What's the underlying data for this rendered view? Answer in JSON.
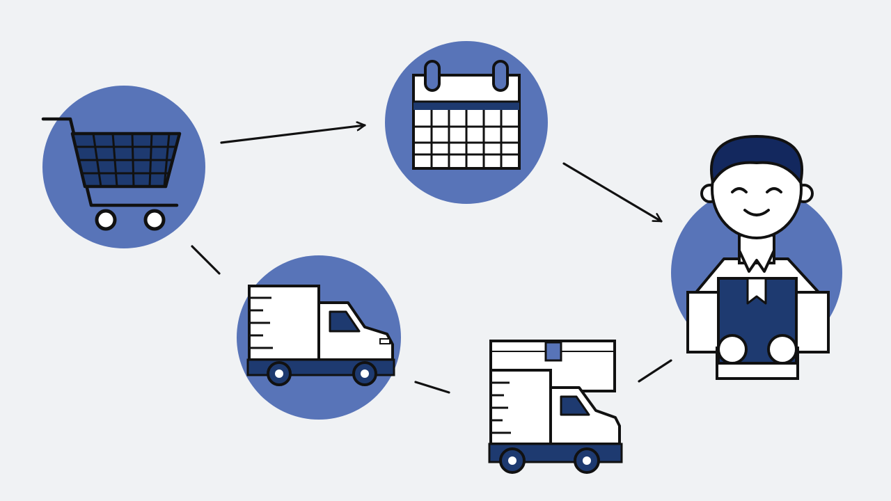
{
  "colors": {
    "background": "#f0f2f4",
    "circle": "#5874b8",
    "dark_blue": "#1e3a70",
    "ink": "#111111",
    "fill": "#ffffff",
    "skin": "#ffffff",
    "hair": "#13285e"
  },
  "nodes": [
    {
      "id": "shopping-cart",
      "icon": "shopping-cart-icon"
    },
    {
      "id": "calendar",
      "icon": "calendar-icon"
    },
    {
      "id": "customer",
      "icon": "customer-with-package-icon"
    },
    {
      "id": "delivery-truck",
      "icon": "delivery-truck-icon"
    },
    {
      "id": "truck-with-package",
      "icon": "truck-with-package-icon"
    }
  ],
  "connectors": [
    {
      "from": "shopping-cart",
      "to": "calendar",
      "style": "arrow"
    },
    {
      "from": "calendar",
      "to": "customer",
      "style": "arrow"
    },
    {
      "from": "shopping-cart",
      "to": "delivery-truck",
      "style": "dash"
    },
    {
      "from": "delivery-truck",
      "to": "truck-with-package",
      "style": "dash"
    },
    {
      "from": "truck-with-package",
      "to": "customer",
      "style": "dash"
    }
  ]
}
